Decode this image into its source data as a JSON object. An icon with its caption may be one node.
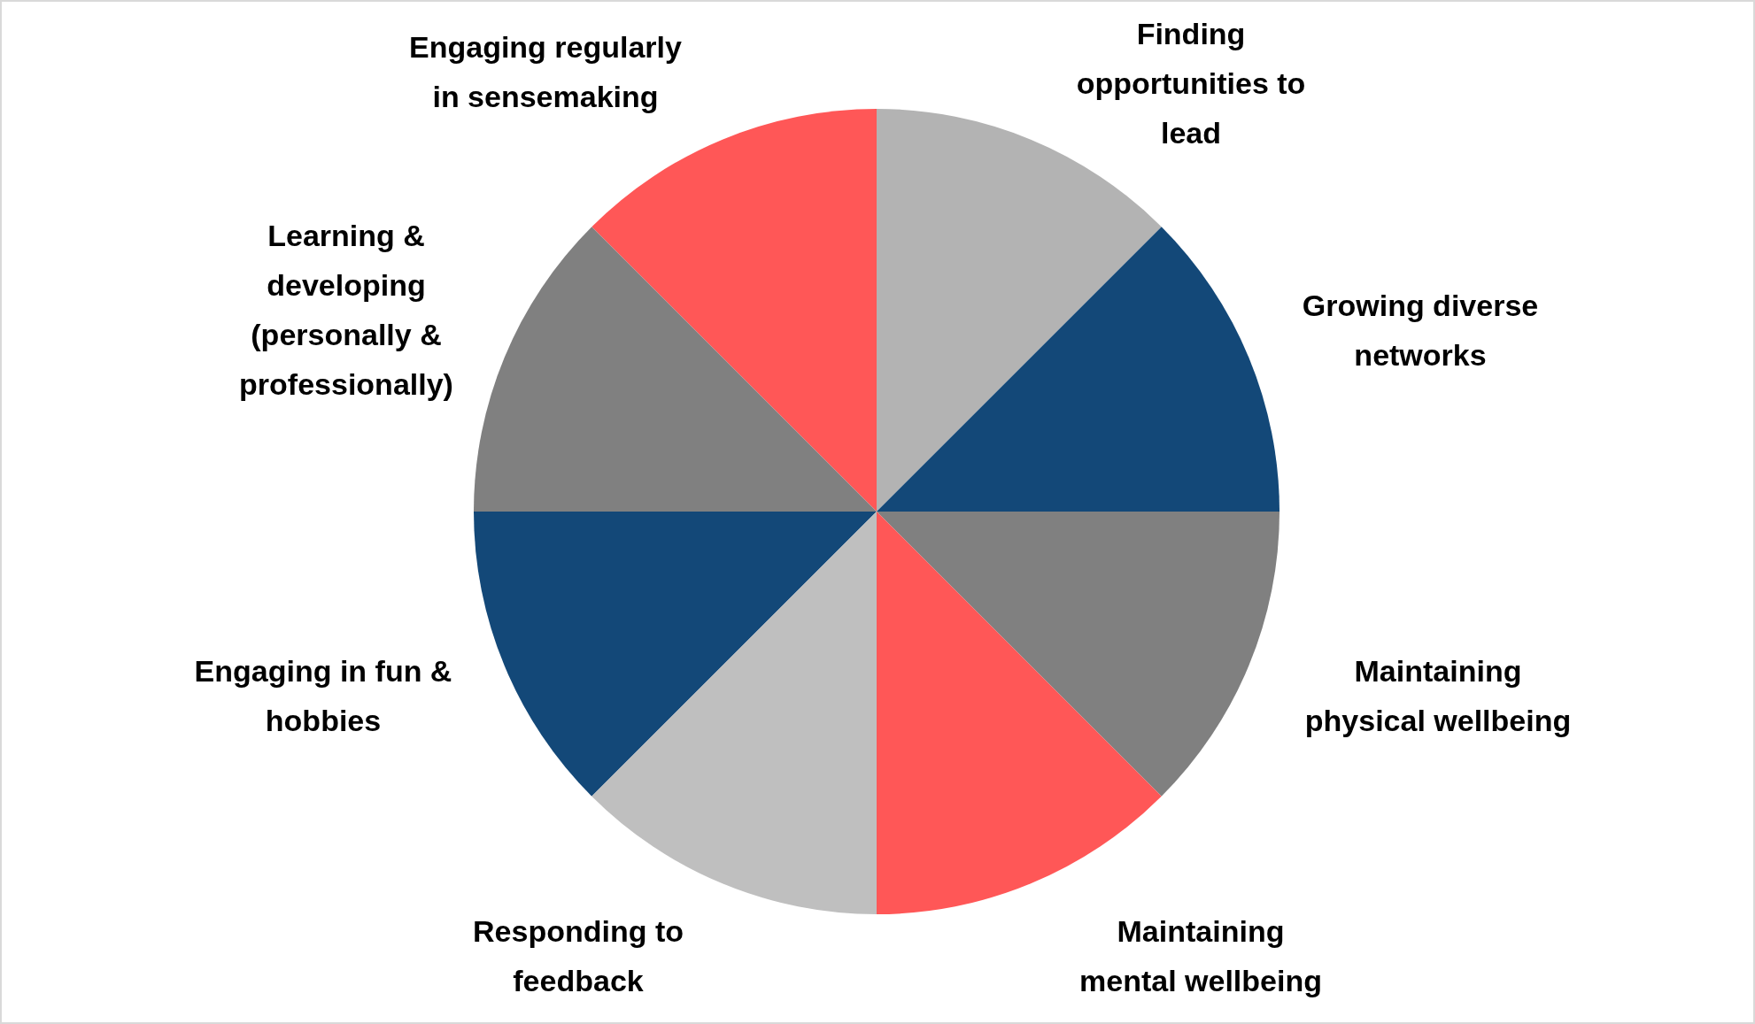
{
  "diagram": {
    "nodes": [
      {
        "text": [
          "Engaging regularly in sensemaking"
        ]
      },
      {
        "text": [
          "Finding opportunities to lead"
        ]
      },
      {
        "text": [
          "Learning & developing (personally & professionally)"
        ]
      },
      {
        "text": [
          "Growing diverse networks"
        ]
      },
      {
        "text": [
          "Engaging in fun & hobbies"
        ]
      },
      {
        "text": [
          "Maintaining physical wellbeing"
        ]
      },
      {
        "text": [
          "Responding to feedback"
        ]
      },
      {
        "text": [
          "Maintaining mental wellbeing"
        ]
      }
    ]
  }
}
